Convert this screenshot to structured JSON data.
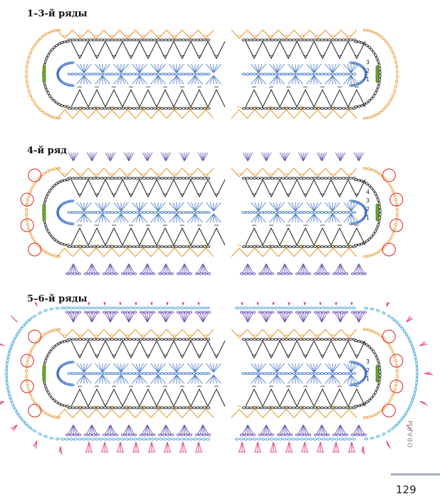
{
  "sections": [
    {
      "title": "1–3-й ряды",
      "variant": 1
    },
    {
      "title": "4-й ряд",
      "variant": 2
    },
    {
      "title": "5–6-й ряды",
      "variant": 3
    }
  ],
  "row_markers": {
    "s1": [
      "1",
      "2",
      "3"
    ],
    "s2": [
      "1",
      "2",
      "3",
      "4"
    ],
    "s3": [
      "1",
      "2",
      "3"
    ]
  },
  "side_label": "ОВАЛЫ",
  "page_number": "129",
  "colors": {
    "row1": "#3a6fc4",
    "row2": "#222222",
    "row3": "#e8962a",
    "row4": "#6a4fb0",
    "row5": "#3aa0d8",
    "row6": "#e0407a",
    "start": "#6aa72a",
    "marker": "#e02020"
  }
}
